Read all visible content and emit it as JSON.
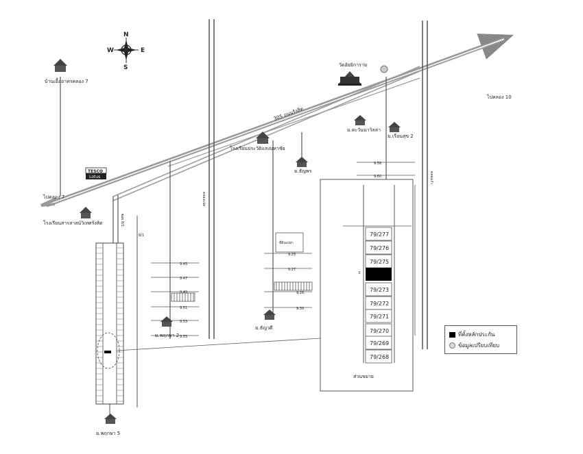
{
  "compass": {
    "n": "N",
    "s": "S",
    "e": "E",
    "w": "W"
  },
  "places": {
    "village_top_left": "บ้านเอื้ออาทรคลอง 7",
    "temple": "วัดอัยยิการาม",
    "school_top": "โรงเรียนประวัติแสงมหาชัย",
    "village_tanapat": "ม.ตะวันนาวิลล่า",
    "village_ruenthong": "ม.เรือนสุข 2",
    "village_thanyaporn": "ม.ธัญพร",
    "school_left": "โรงเรียนสารสาสน์วิเทศรังสิต",
    "village_bottom_mid": "ม.พฤกษา 2",
    "village_center": "ม.ธัญวดี",
    "village_bottom_left": "ม.พฤกษา 5",
    "store_brand": "TESCO",
    "store_name": "Lotus",
    "side_box": "ที่ดินเปล่า",
    "bottom_area": "ส่วนขยาย"
  },
  "roads": {
    "highway": "305 ถนนรังสิต",
    "to_klong10": "ไปคลอง 10",
    "to_klong7": "ไปคลอง 7",
    "klong_mid": "คลองแปด",
    "klong_right": "คลองเก้า",
    "soi_left": "ซอย 8/1",
    "soi_left_b": "8/1"
  },
  "plots": [
    "79/277",
    "79/276",
    "79/275",
    "79/273",
    "79/272",
    "79/271",
    "79/270",
    "79/269",
    "79/268"
  ],
  "distances": {
    "a": "9.45",
    "b": "9.47",
    "c": "9.49",
    "d": "9.51",
    "e": "9.53",
    "f": "9.55",
    "g": "9.25",
    "h": "9.27",
    "i": "9.28",
    "j": "9.30",
    "k": "9.58",
    "l": "9.60"
  },
  "legend": {
    "collateral": "ที่ตั้งหลักประกัน",
    "comparison": "ข้อมูลเปรียบเทียบ"
  },
  "colors": {
    "road": "#9a9a9a",
    "line": "#555555",
    "collateral": "#000000",
    "comparison": "#cccccc"
  }
}
